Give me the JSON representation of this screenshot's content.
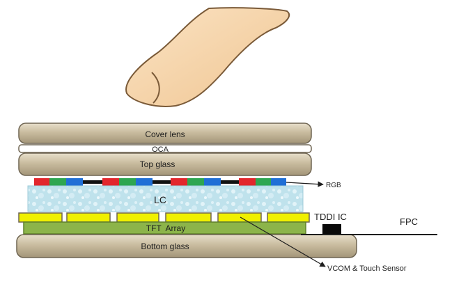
{
  "layers": {
    "cover_lens": "Cover lens",
    "oca": "OCA",
    "top_glass": "Top glass",
    "lc": "LC",
    "tft_array": "TFT  Array",
    "bottom_glass": "Bottom glass"
  },
  "callouts": {
    "rgb": "RGB",
    "tddi_ic": "TDDI IC",
    "fpc": "FPC",
    "vcom_touch": "VCOM & Touch Sensor"
  },
  "colors": {
    "glass_fill": "#cbbfa4",
    "glass_stroke": "#6f6552",
    "lc_fill": "#bfe2ec",
    "tft_fill": "#8cb44a",
    "sensor_fill": "#f0f000",
    "red": "#e2262c",
    "green": "#2da651",
    "blue": "#1f6fd6",
    "black": "#111111",
    "finger": "#f4d2a6",
    "finger_stroke": "#7a5a38"
  }
}
